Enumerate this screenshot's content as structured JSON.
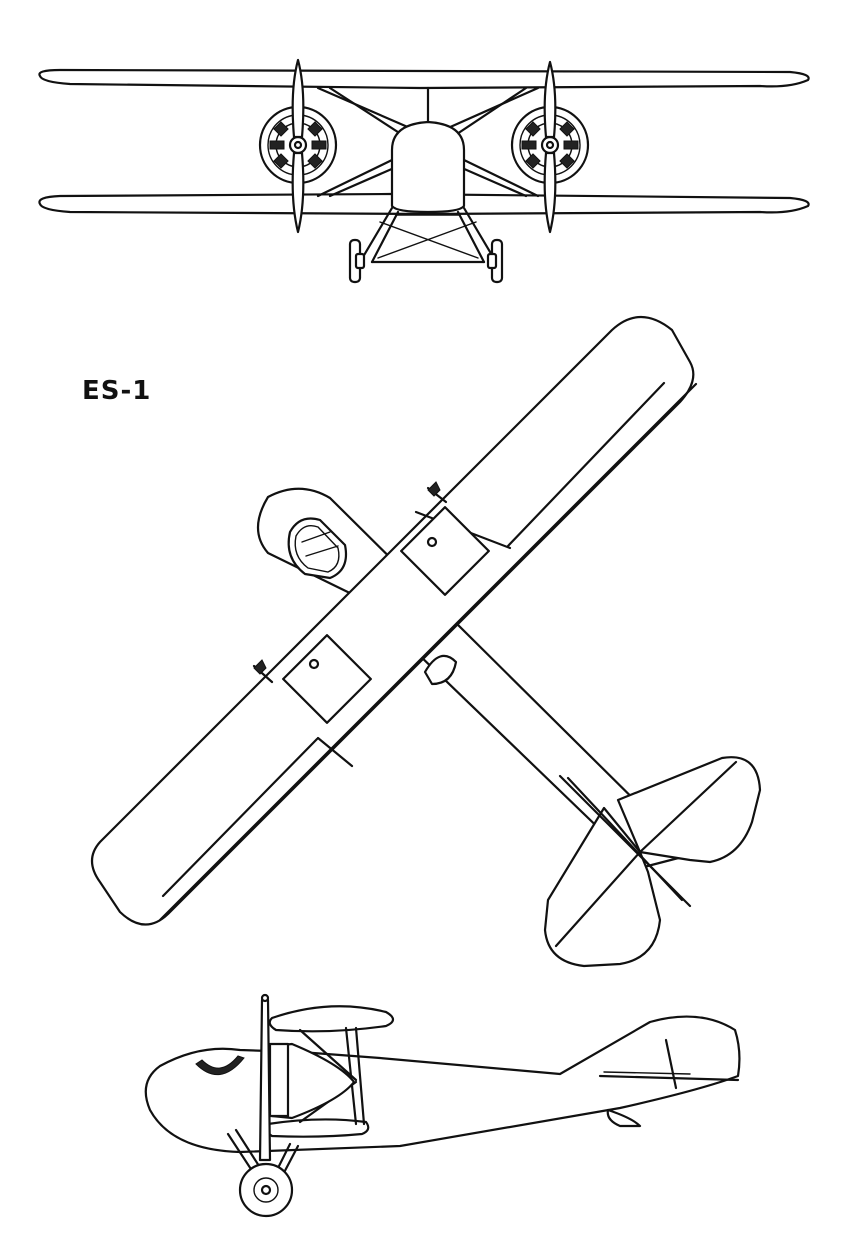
{
  "designation_label": "ES-1",
  "colors": {
    "ink": "#111111",
    "paper": "#ffffff"
  },
  "views": [
    "front-view",
    "plan-view",
    "side-view"
  ]
}
